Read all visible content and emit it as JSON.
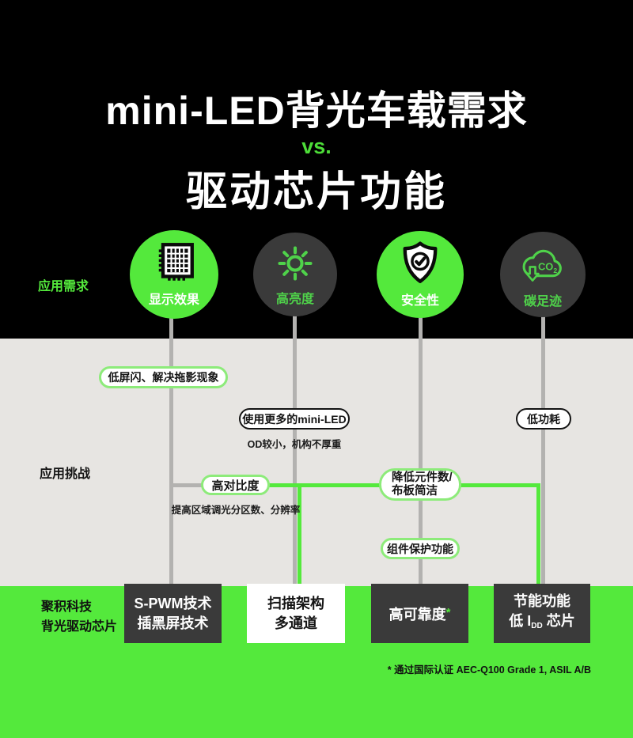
{
  "header": {
    "title_line1": "mini-LED背光车载需求",
    "vs_label": "vs.",
    "title_line2": "驱动芯片功能"
  },
  "side_labels": {
    "application_needs": "应用需求",
    "application_challenges": "应用挑战"
  },
  "needs": {
    "items": [
      {
        "label": "显示效果",
        "icon": "led-matrix-icon",
        "style": "green"
      },
      {
        "label": "高亮度",
        "icon": "sun-icon",
        "style": "dark"
      },
      {
        "label": "安全性",
        "icon": "shield-check-icon",
        "style": "green"
      },
      {
        "label": "碳足迹",
        "icon": "cloud-co2-icon",
        "style": "dark"
      }
    ],
    "co2_text": "CO",
    "co2_sub": "2"
  },
  "challenges": {
    "low_flicker": "低屏闪、解决拖影现象",
    "more_miniled": "使用更多的mini-LED",
    "miniled_note": "OD较小，机构不厚重",
    "low_power": "低功耗",
    "high_contrast": "高对比度",
    "contrast_note": "提高区域调光分区数、分辨率",
    "fewer_components_line1": "降低元件数/",
    "fewer_components_line2": "布板简洁",
    "component_protection": "组件保护功能"
  },
  "solutions": {
    "company_line1": "聚积科技",
    "company_line2": "背光驱动芯片",
    "box_spwm_line1": "S-PWM技术",
    "box_spwm_line2": "插黑屏技术",
    "box_scan_line1": "扫描架构",
    "box_scan_line2": "多通道",
    "box_reliability": "高可靠度",
    "box_reliability_mark": "*",
    "box_energy_line1": "节能功能",
    "box_energy_l2_prefix": "低 I",
    "box_energy_l2_sub": "DD",
    "box_energy_l2_suffix": " 芯片",
    "footnote": "* 通过国际认证 AEC-Q100 Grade 1, ASIL A/B"
  },
  "colors": {
    "brand_green": "#54e93c",
    "icon_green": "#4fd24a",
    "pill_green_border": "#8deb7a",
    "dark_box": "#3a3a3a",
    "gray_background": "#e7e5e2",
    "gray_line": "#b3b2b0",
    "header_background": "#000000"
  }
}
